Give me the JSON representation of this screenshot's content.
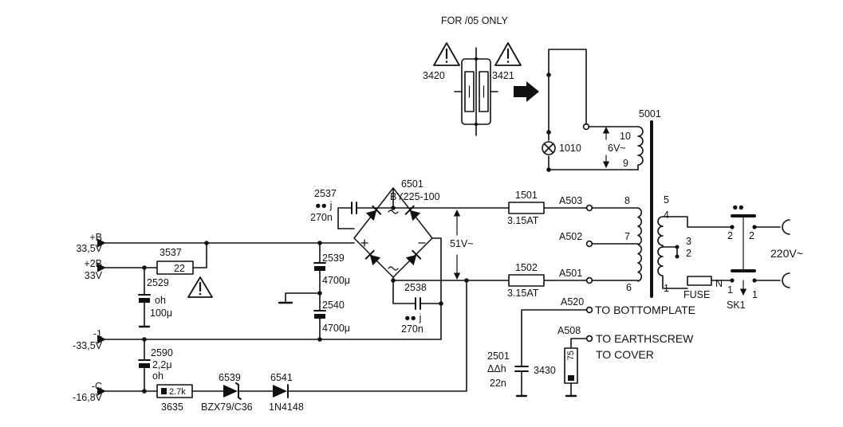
{
  "title": "FOR /05 ONLY",
  "rails": {
    "plus_b": "+B",
    "plus_b_v": "33,5V",
    "plus_2b": "+2B",
    "plus_2b_v": "33V",
    "minus_1": "-1",
    "minus_1_v": "-33,5V",
    "minus_c": "-C",
    "minus_c_v": "-16,8V"
  },
  "components": {
    "r3420": "3420",
    "r3421": "3421",
    "lamp1010": "1010",
    "winding_6v": "6V~",
    "t5001": "5001",
    "c2537": "2537",
    "c2537_mark": "●● j",
    "c2537_val": "270n",
    "bridge6501": "6501",
    "bridge_type": "BY225-100",
    "ac_51v": "51V~",
    "f1501": "1501",
    "f1501_val": "3.15AT",
    "f1502": "1502",
    "f1502_val": "3.15AT",
    "c2539": "2539",
    "c2539_val": "4700μ",
    "c2540": "2540",
    "c2540_val": "4700μ",
    "c2538": "2538",
    "c2538_mark": "●● j",
    "c2538_val": "270n",
    "r3537": "3537",
    "r3537_val": "22",
    "c2529": "2529",
    "c2529_mark": "oh",
    "c2529_val": "100μ",
    "c2590": "2590",
    "c2590_val": "2,2μ",
    "c2590_mark": "oh",
    "r3635_val": "2.7k",
    "r3635": "3635",
    "d6539": "6539",
    "d6539_type": "BZX79/C36",
    "d6541": "6541",
    "d6541_type": "1N4148",
    "c2501": "2501",
    "c2501_mark": "ΔΔh",
    "c2501_val": "22n",
    "r3430": "3430",
    "r3430_val": "75",
    "fuse": "FUSE",
    "sk1": "SK1",
    "mains": "220V~"
  },
  "nodes": {
    "a503": "A503",
    "a502": "A502",
    "a501": "A501",
    "a520": "A520",
    "a508": "A508",
    "to_bottomplate": "TO BOTTOMPLATE",
    "to_earthscrew": "TO EARTHSCREW",
    "to_cover": "TO COVER"
  },
  "pins": {
    "p10": "10",
    "p9": "9",
    "p8": "8",
    "p7": "7",
    "p6": "6",
    "p5": "5",
    "p4": "4",
    "p3": "3",
    "p2": "2",
    "p1": "1",
    "sw_2a": "2",
    "sw_2b": "2",
    "sw_1a": "1",
    "sw_1b": "1",
    "sw_mark": "●●",
    "sw_n": "N"
  }
}
